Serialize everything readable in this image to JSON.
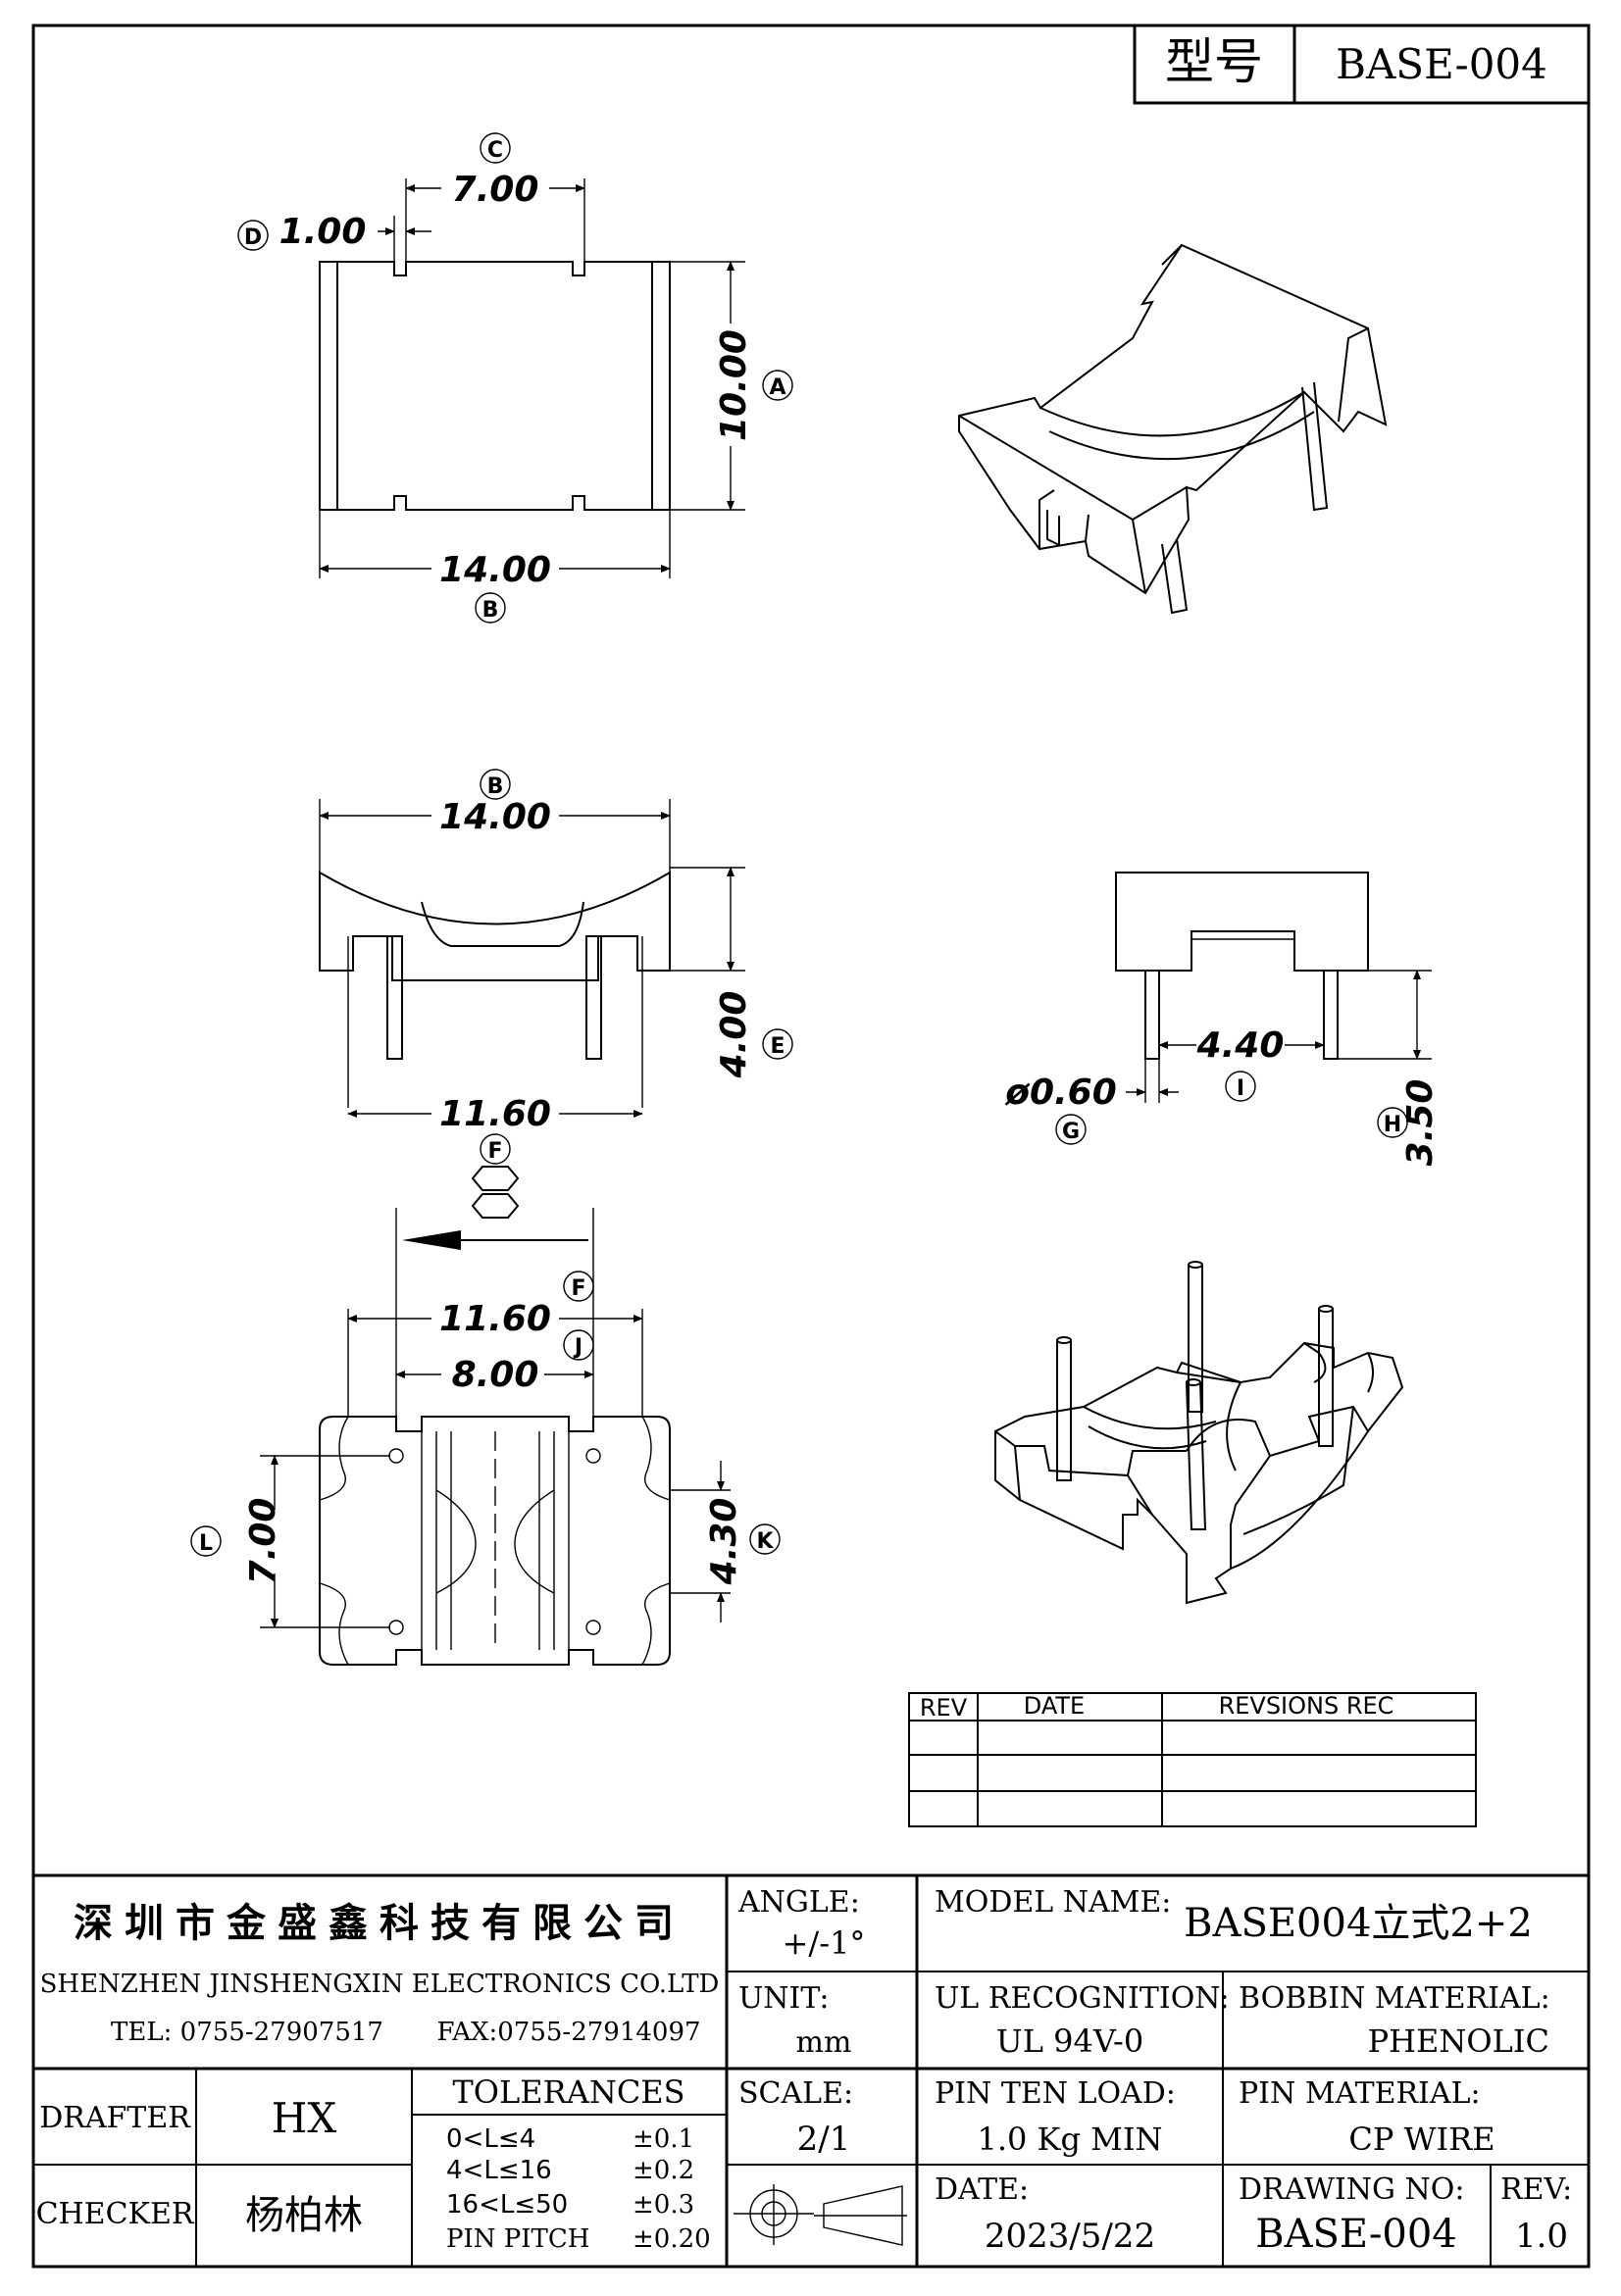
{
  "title_block": {
    "type_label": "型号",
    "type_value": "BASE-004"
  },
  "dimensions": {
    "C": "7.00",
    "D": "1.00",
    "A": "10.00",
    "B_top": "14.00",
    "B_front": "14.00",
    "E": "4.00",
    "F_front": "11.60",
    "I": "4.40",
    "G": "ø0.60",
    "H": "3.50",
    "F_bottom": "11.60",
    "J": "8.00",
    "K": "4.30",
    "L": "7.00"
  },
  "markers": {
    "A": "A",
    "B": "B",
    "C": "C",
    "D": "D",
    "E": "E",
    "F": "F",
    "G": "G",
    "H": "H",
    "I": "I",
    "J": "J",
    "K": "K",
    "L": "L"
  },
  "revision_table": {
    "headers": [
      "REV",
      "DATE",
      "REVSIONS REC"
    ],
    "rows": [
      [
        "",
        "",
        ""
      ],
      [
        "",
        "",
        ""
      ],
      [
        "",
        "",
        ""
      ]
    ]
  },
  "company": {
    "name_cn": "深圳市金盛鑫科技有限公司",
    "name_en": "SHENZHEN JINSHENGXIN ELECTRONICS CO.LTD",
    "tel": "TEL: 0755-27907517",
    "fax": "FAX:0755-27914097"
  },
  "angle": {
    "label": "ANGLE:",
    "value": "+/-1°"
  },
  "unit": {
    "label": "UNIT:",
    "value": "mm"
  },
  "scale": {
    "label": "SCALE:",
    "value": "2/1"
  },
  "model_name": {
    "label": "MODEL NAME:",
    "value": "BASE004立式2+2"
  },
  "ul_recognition": {
    "label": "UL RECOGNITION:",
    "value": "UL 94V-0"
  },
  "bobbin_material": {
    "label": "BOBBIN MATERIAL:",
    "value": "PHENOLIC"
  },
  "pin_ten_load": {
    "label": "PIN TEN LOAD:",
    "value": "1.0 Kg MIN"
  },
  "pin_material": {
    "label": "PIN MATERIAL:",
    "value": "CP WIRE"
  },
  "date": {
    "label": "DATE:",
    "value": "2023/5/22"
  },
  "drawing_no": {
    "label": "DRAWING NO:",
    "value": "BASE-004"
  },
  "rev": {
    "label": "REV:",
    "value": "1.0"
  },
  "drafter": {
    "label": "DRAFTER",
    "value": "HX"
  },
  "checker": {
    "label": "CHECKER",
    "value": "杨柏林"
  },
  "tolerances": {
    "title": "TOLERANCES",
    "rows": [
      {
        "range": "0<L≤4",
        "value": "±0.1"
      },
      {
        "range": "4<L≤16",
        "value": "±0.2"
      },
      {
        "range": "16<L≤50",
        "value": "±0.3"
      },
      {
        "range": "PIN PITCH",
        "value": "±0.20"
      }
    ]
  }
}
